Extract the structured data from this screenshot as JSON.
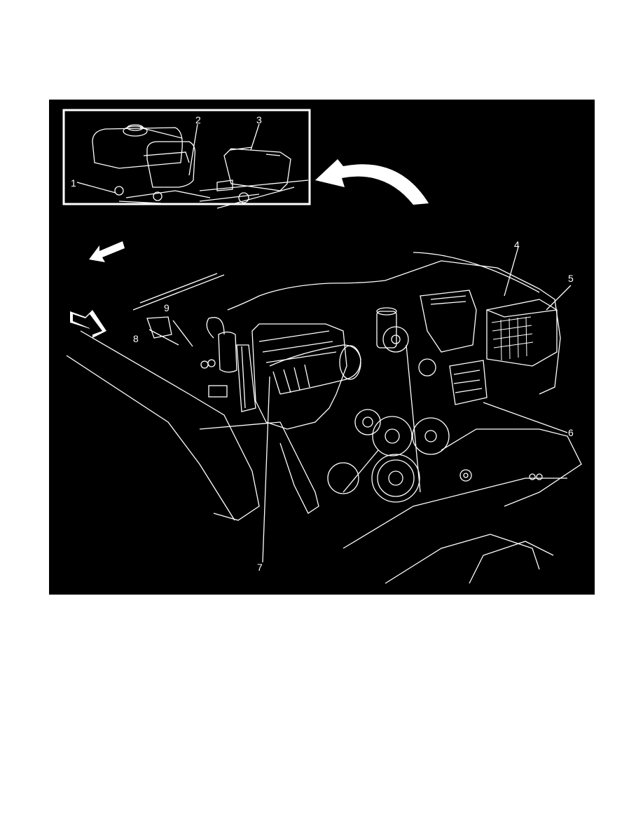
{
  "page": {
    "background": "#ffffff"
  },
  "figure": {
    "background": "#000000",
    "line_color": "#ffffff",
    "description": "Engine compartment illustration with inset detail view",
    "inset": {
      "callouts": [
        "1",
        "2",
        "3"
      ]
    },
    "callouts": [
      {
        "id": "1",
        "label": "1"
      },
      {
        "id": "2",
        "label": "2"
      },
      {
        "id": "3",
        "label": "3"
      },
      {
        "id": "4",
        "label": "4"
      },
      {
        "id": "5",
        "label": "5"
      },
      {
        "id": "6",
        "label": "6"
      },
      {
        "id": "7",
        "label": "7"
      },
      {
        "id": "8",
        "label": "8"
      },
      {
        "id": "9",
        "label": "9"
      }
    ],
    "arrows": [
      "front-direction-arrow-inset",
      "front-direction-arrow-main",
      "inset-reference-arrow"
    ]
  }
}
